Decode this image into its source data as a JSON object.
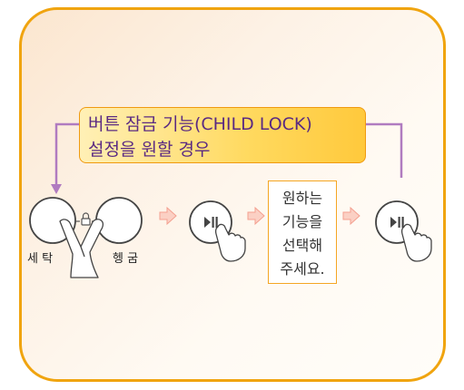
{
  "title": {
    "line1": "버튼 잠금 기능(CHILD LOCK)",
    "line2": "설정을 원할 경우"
  },
  "buttons": {
    "left_label": "세 탁",
    "right_label": "헹 굼",
    "lock_symbol": "lock-icon",
    "play_pause_symbol": "play-pause-icon"
  },
  "note": {
    "lines": [
      "원하는",
      "기능을",
      "선택해",
      "주세요."
    ]
  },
  "colors": {
    "border": "#f0a40f",
    "title_text": "#5a2a82",
    "connector": "#b07bc0",
    "arrow": "#f7b5a6"
  }
}
